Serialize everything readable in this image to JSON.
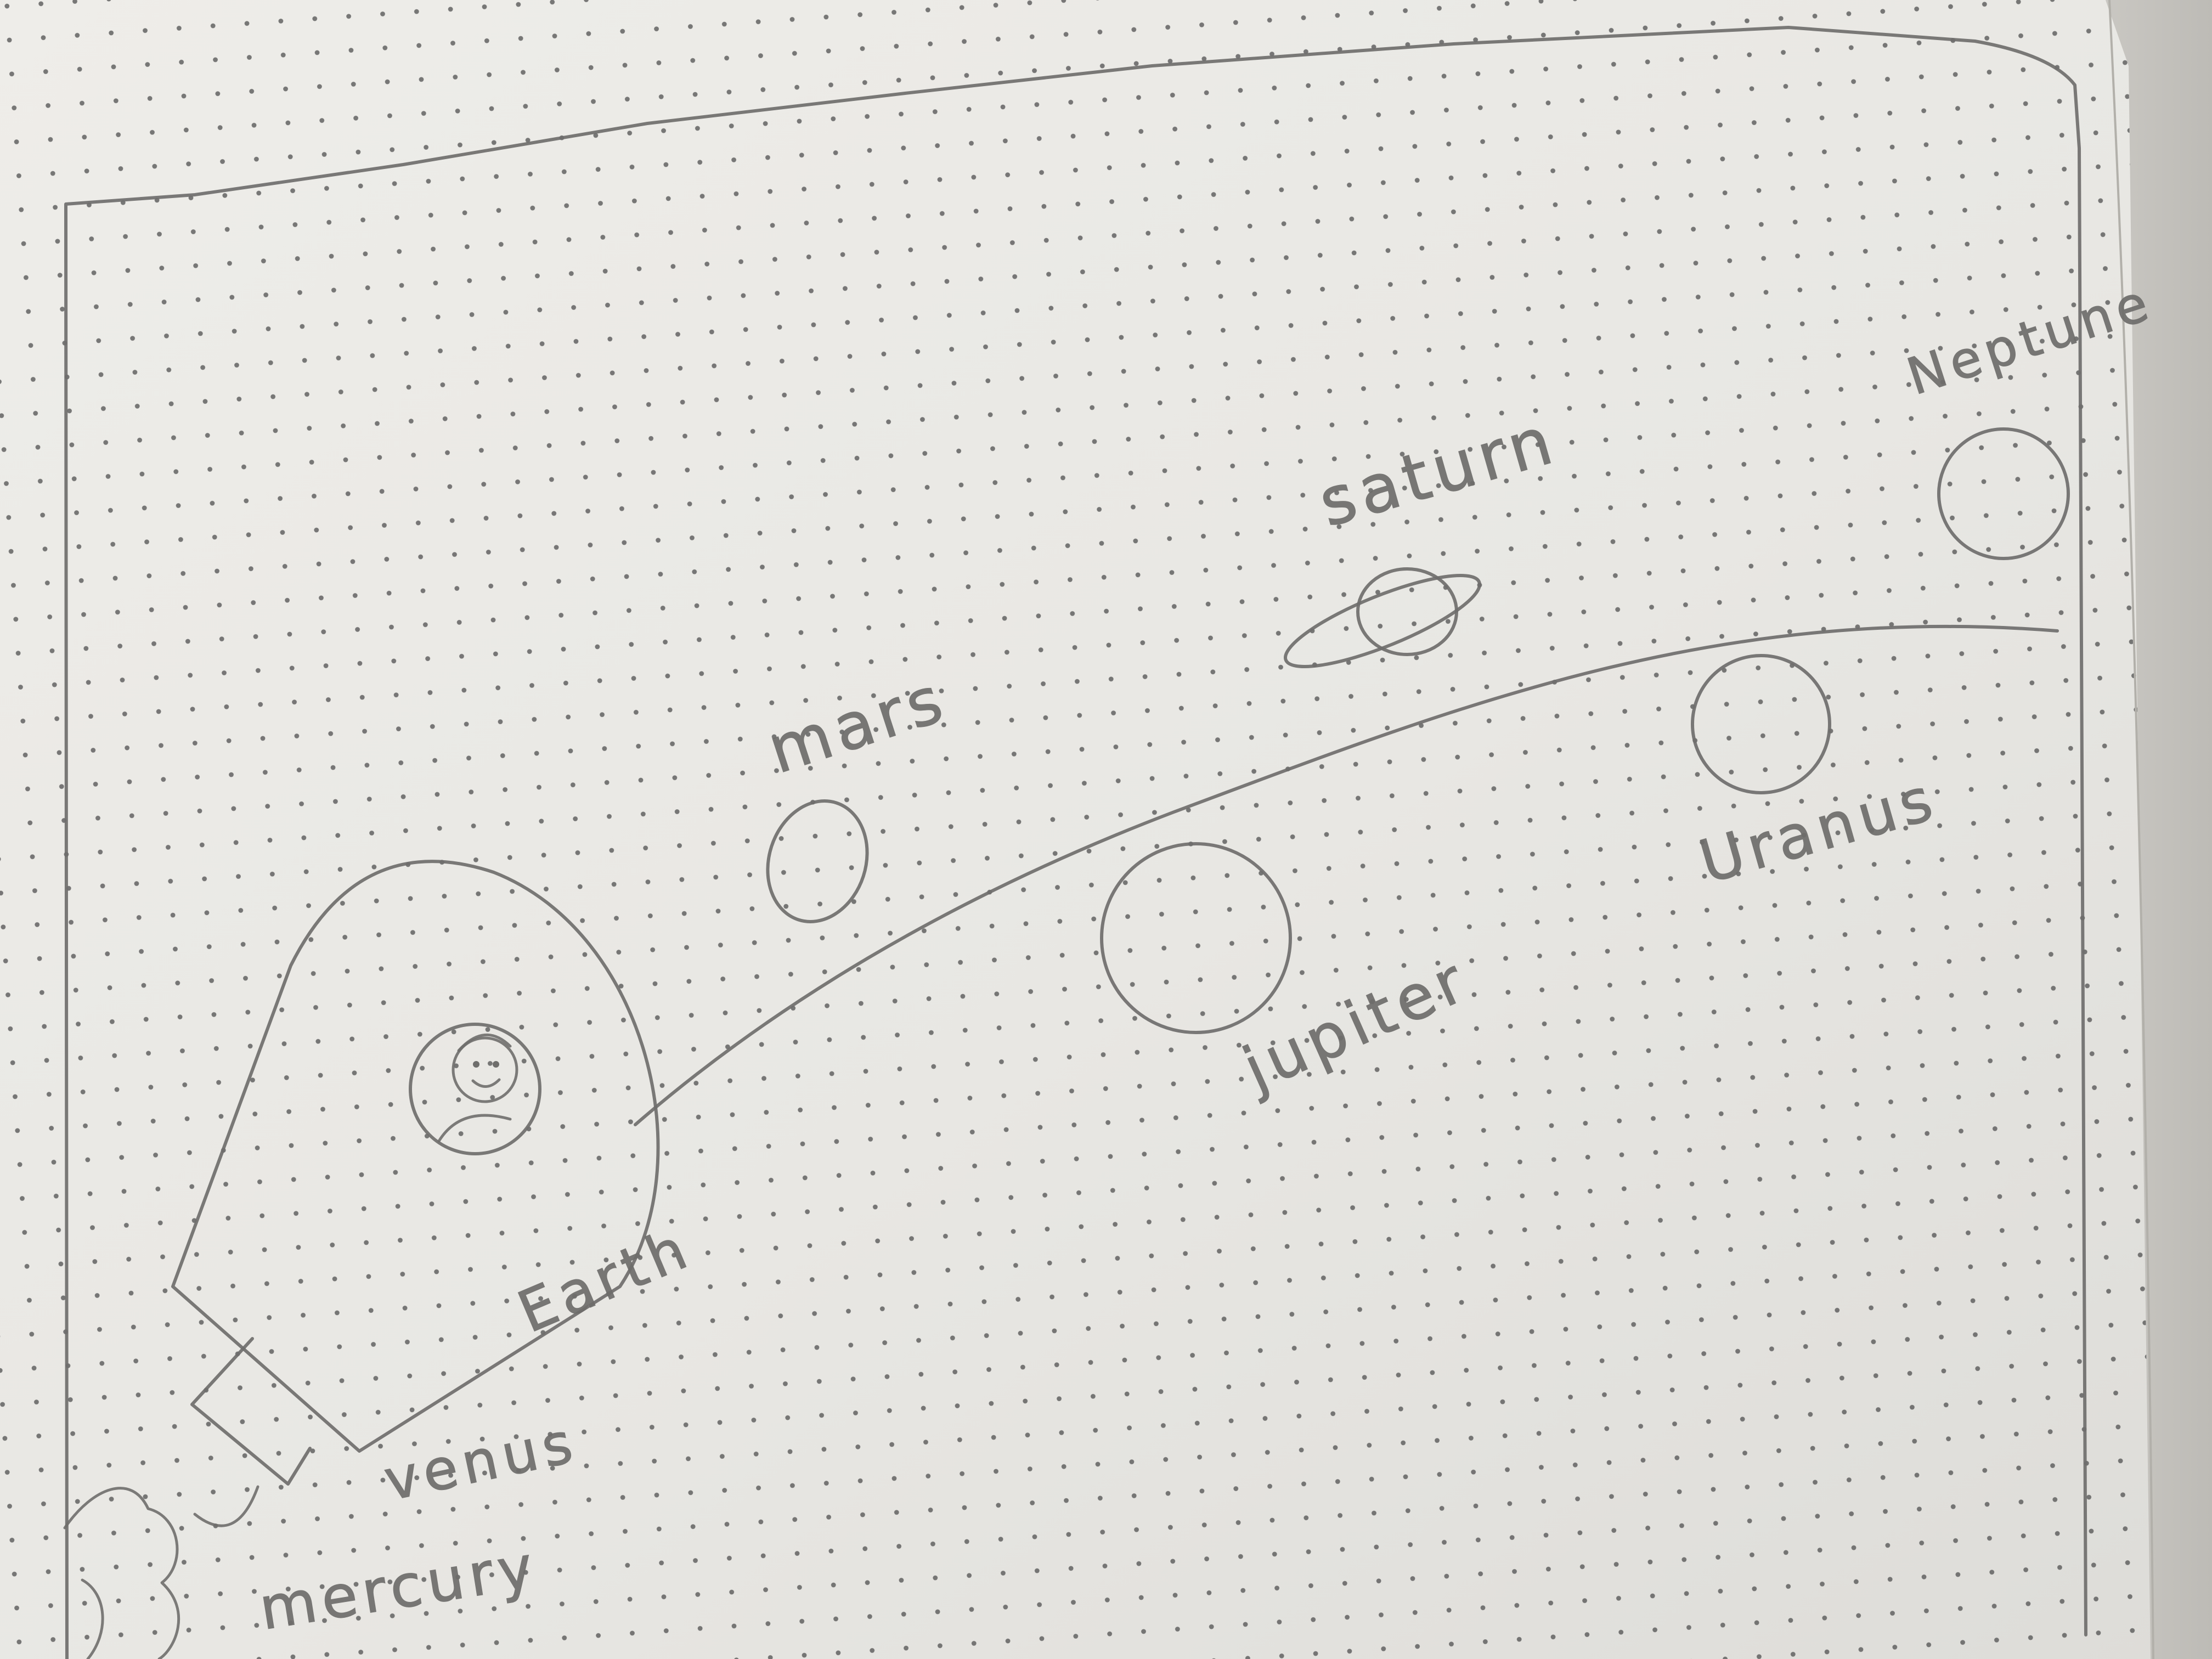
{
  "labels": {
    "mercury": "mercury",
    "venus": "venus",
    "earth": "Earth",
    "mars": "mars",
    "jupiter": "jupiter",
    "saturn": "saturn",
    "uranus": "Uranus",
    "neptune": "Neptune"
  },
  "colors": {
    "paper": "#e9e8e5",
    "pencil": "#6f6e6c",
    "dots": "#565656"
  }
}
